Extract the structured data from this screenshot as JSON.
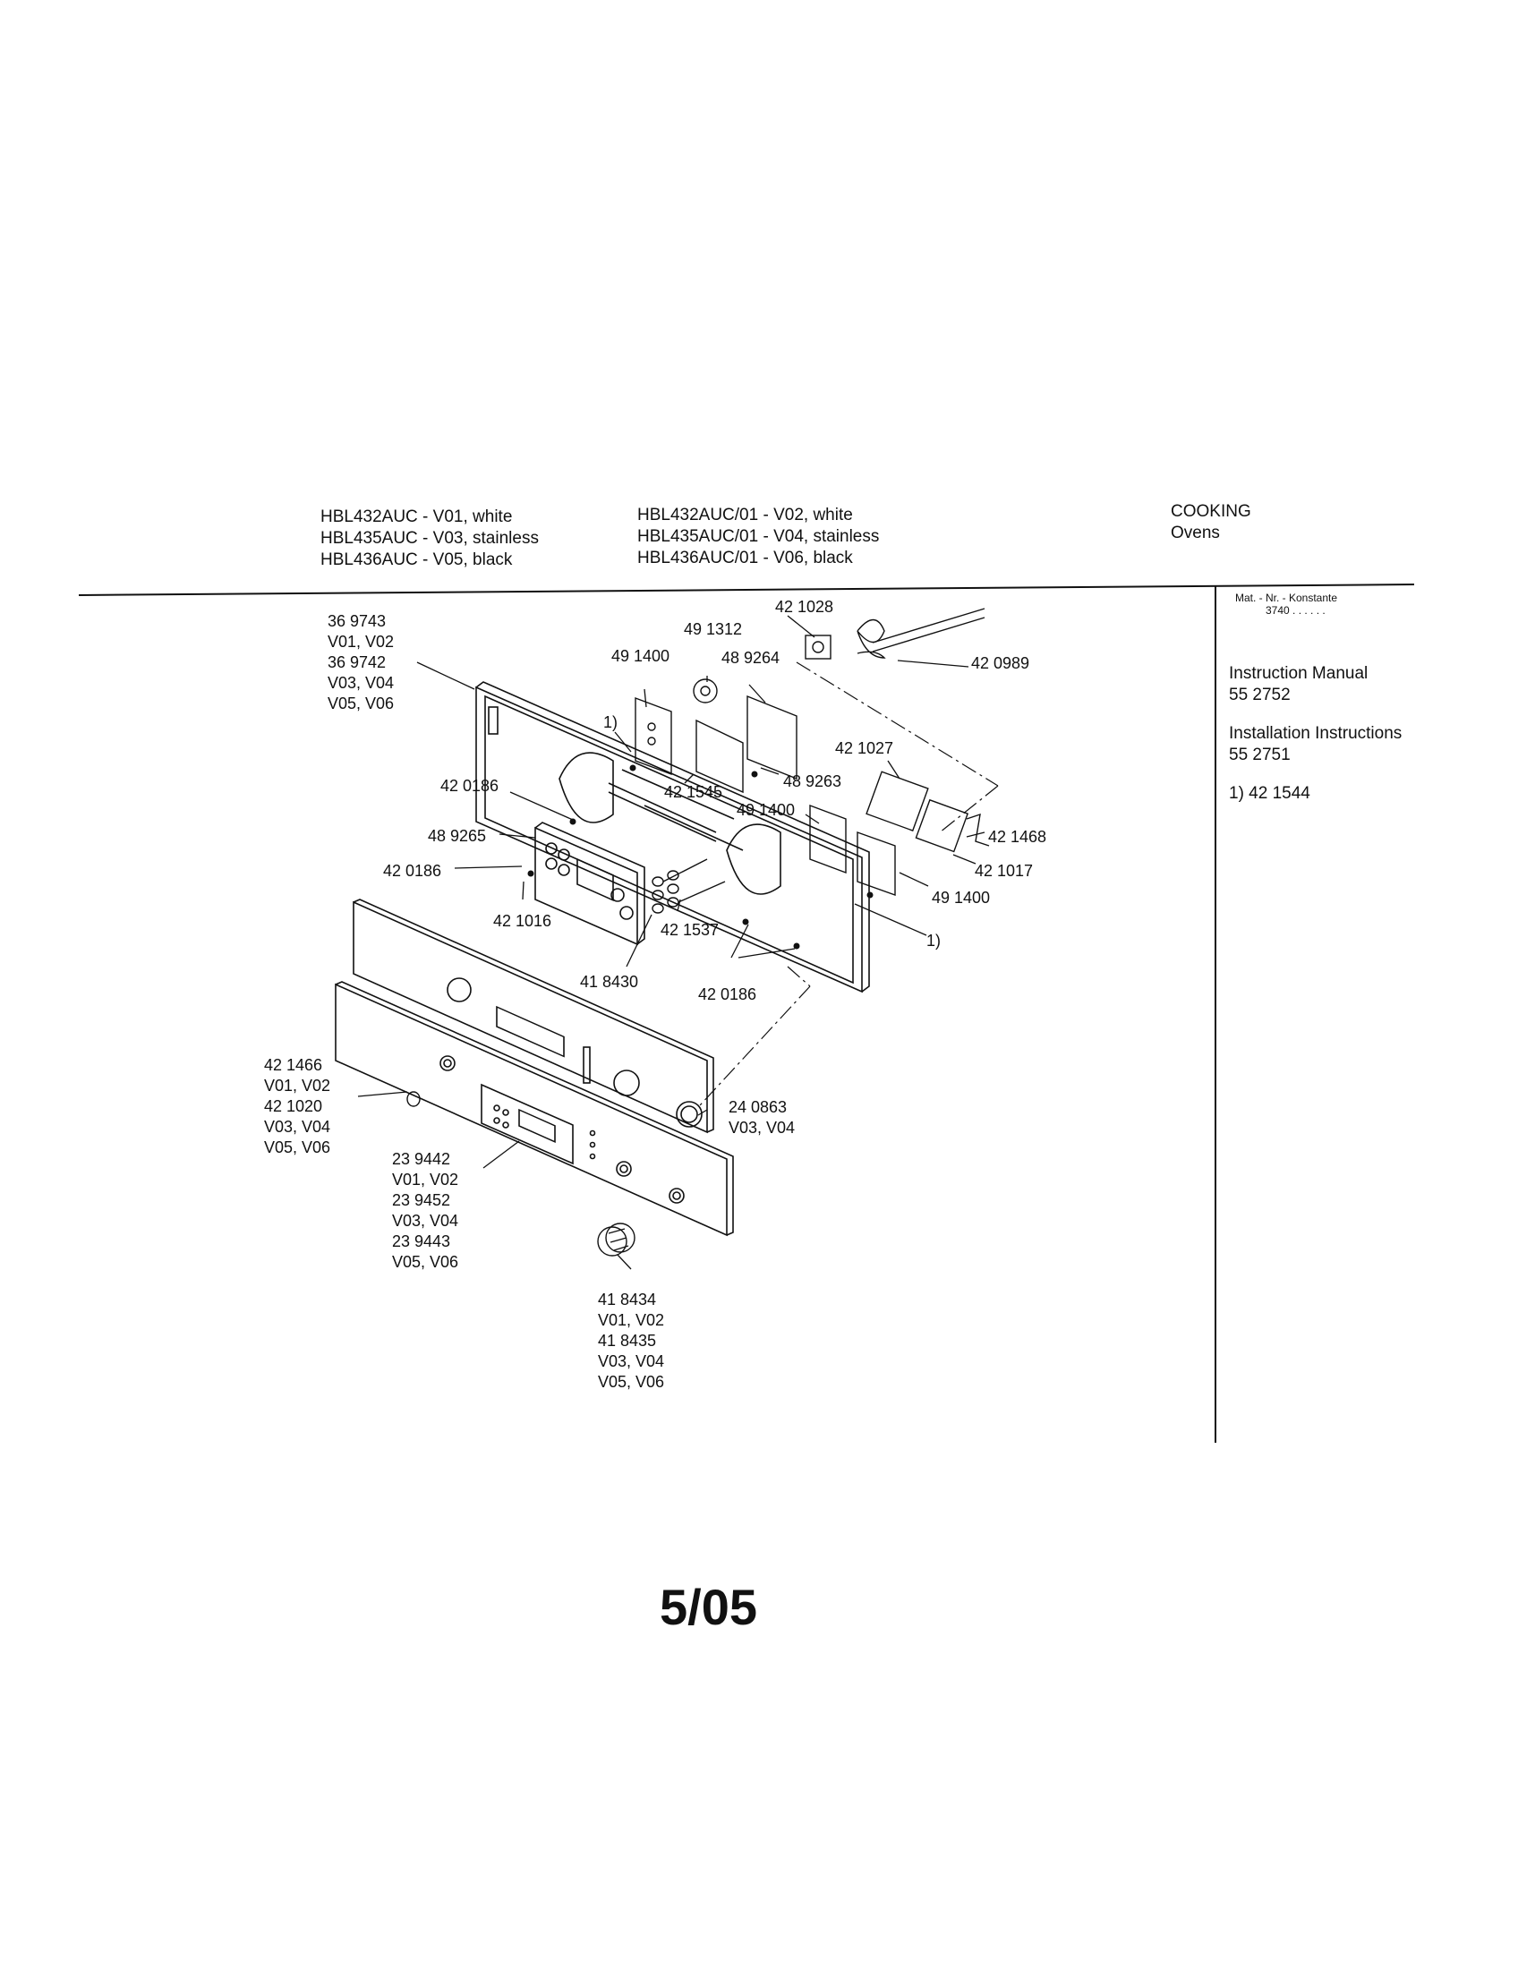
{
  "header": {
    "models_left": [
      "HBL432AUC - V01, white",
      "HBL435AUC - V03, stainless",
      "HBL436AUC - V05, black"
    ],
    "models_right": [
      "HBL432AUC/01 - V02, white",
      "HBL435AUC/01 - V04, stainless",
      "HBL436AUC/01 - V06, black"
    ],
    "category": [
      "COOKING",
      "Ovens"
    ]
  },
  "sidebar": {
    "mat_nr": [
      "Mat. - Nr. - Konstante",
      "3740 . . . . . ."
    ],
    "instruction_manual": [
      "Instruction Manual",
      "55 2752"
    ],
    "installation_instructions": [
      "Installation Instructions",
      "55 2751"
    ],
    "footnote": "1) 42 1544"
  },
  "parts": {
    "p369743": [
      "36 9743",
      "V01, V02",
      "36 9742",
      "V03, V04",
      "V05, V06"
    ],
    "p421028": "42 1028",
    "p491312": "49 1312",
    "p491400_a": "49 1400",
    "p489264": "48 9264",
    "p420989": "42 0989",
    "fn1_a": "1)",
    "p421027": "42 1027",
    "p420186_a": "42 0186",
    "p421545": "42 1545",
    "p489263": "48 9263",
    "p491400_b": "49 1400",
    "p421468": "42 1468",
    "p489265": "48 9265",
    "p421017": "42 1017",
    "p420186_b": "42 0186",
    "p491400_c": "49 1400",
    "p421016": "42 1016",
    "p421537": "42 1537",
    "fn1_b": "1)",
    "p418430": "41 8430",
    "p420186_c": "42 0186",
    "p421466": [
      "42 1466",
      "V01, V02",
      "42 1020",
      "V03, V04",
      "V05, V06"
    ],
    "p240863": [
      "24 0863",
      "V03, V04"
    ],
    "p239442": [
      "23 9442",
      "V01, V02",
      "23 9452",
      "V03, V04",
      "23 9443",
      "V05, V06"
    ],
    "p418434": [
      "41 8434",
      "V01, V02",
      "41 8435",
      "V03, V04",
      "V05, V06"
    ]
  },
  "footer": {
    "page": "5/05"
  }
}
